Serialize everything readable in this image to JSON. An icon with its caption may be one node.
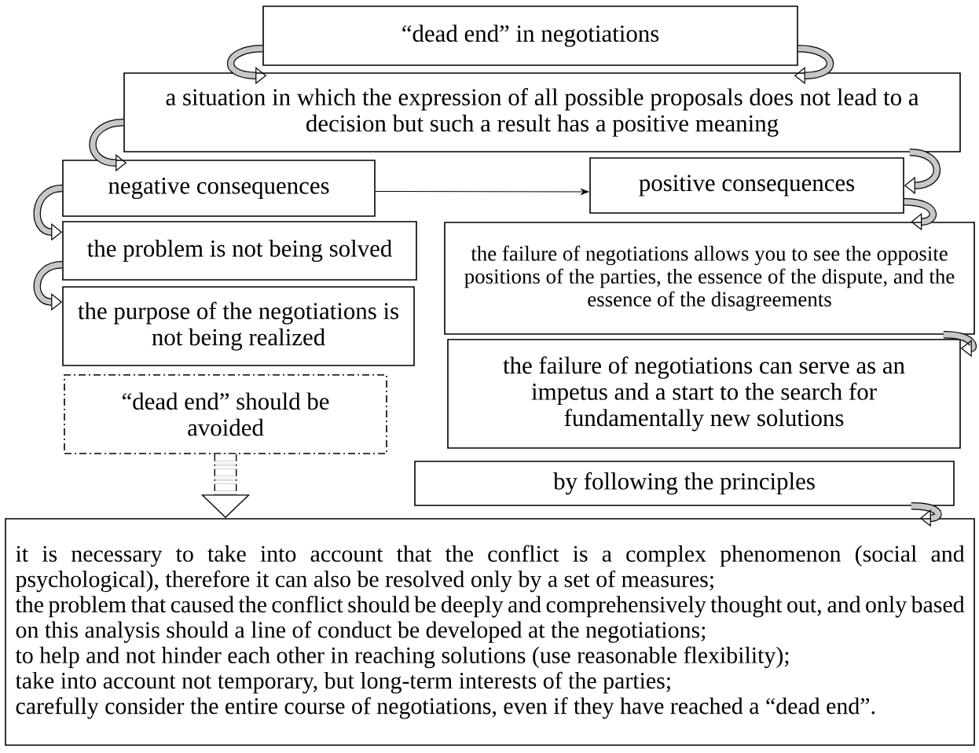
{
  "diagram": {
    "nodes": [
      {
        "text": [
          "“dead end” in negotiations"
        ]
      },
      {
        "text": [
          "a situation in which the expression of all possible proposals does not lead to a decision but such a result has a positive meaning"
        ]
      },
      {
        "text": [
          "negative consequences"
        ]
      },
      {
        "text": [
          "positive consequences"
        ]
      },
      {
        "text": [
          "the problem is not being solved"
        ]
      },
      {
        "text": [
          "the purpose of the negotiations is not being realized"
        ]
      },
      {
        "text": [
          "“dead end” should be avoided"
        ]
      },
      {
        "text": [
          "the failure of negotiations allows you to see the opposite positions of the parties, the essence of the dispute, and the essence of the disagreements"
        ]
      },
      {
        "text": [
          "the failure of negotiations can serve as an impetus and a start to the search for fundamentally new solutions"
        ]
      },
      {
        "text": [
          "by following the principles"
        ]
      },
      {
        "text": [
          "it is necessary to take into account that the conflict is a complex phenomenon (social and psychological), therefore it can also be resolved only by a set of measures;",
          "the problem that caused the conflict should be deeply and comprehensively thought out, and only based on this analysis should a line of conduct be developed at the negotiations;",
          "to help and not hinder each other in reaching solutions (use reasonable flexibility);",
          "take into account not temporary, but long-term interests of the parties;",
          "carefully consider the entire course of negotiations, even if they have reached a “dead end”."
        ]
      }
    ],
    "edges": [
      {
        "from": 0,
        "to": 1,
        "arrow": "to"
      },
      {
        "from": 0,
        "to": 1,
        "arrow": "to"
      },
      {
        "from": 1,
        "to": 2,
        "arrow": "to"
      },
      {
        "from": 1,
        "to": 3,
        "arrow": "to"
      },
      {
        "from": 2,
        "to": 4,
        "arrow": "to"
      },
      {
        "from": 4,
        "to": 5,
        "arrow": "to"
      },
      {
        "from": 3,
        "to": 7,
        "arrow": "to"
      },
      {
        "from": 7,
        "to": 8,
        "arrow": "to"
      },
      {
        "from": 9,
        "to": 10,
        "arrow": "to"
      },
      {
        "from": 2,
        "to": 3,
        "arrow": "to"
      },
      {
        "from": 6,
        "to": 10,
        "arrow": "to",
        "style": "dashed"
      }
    ]
  }
}
